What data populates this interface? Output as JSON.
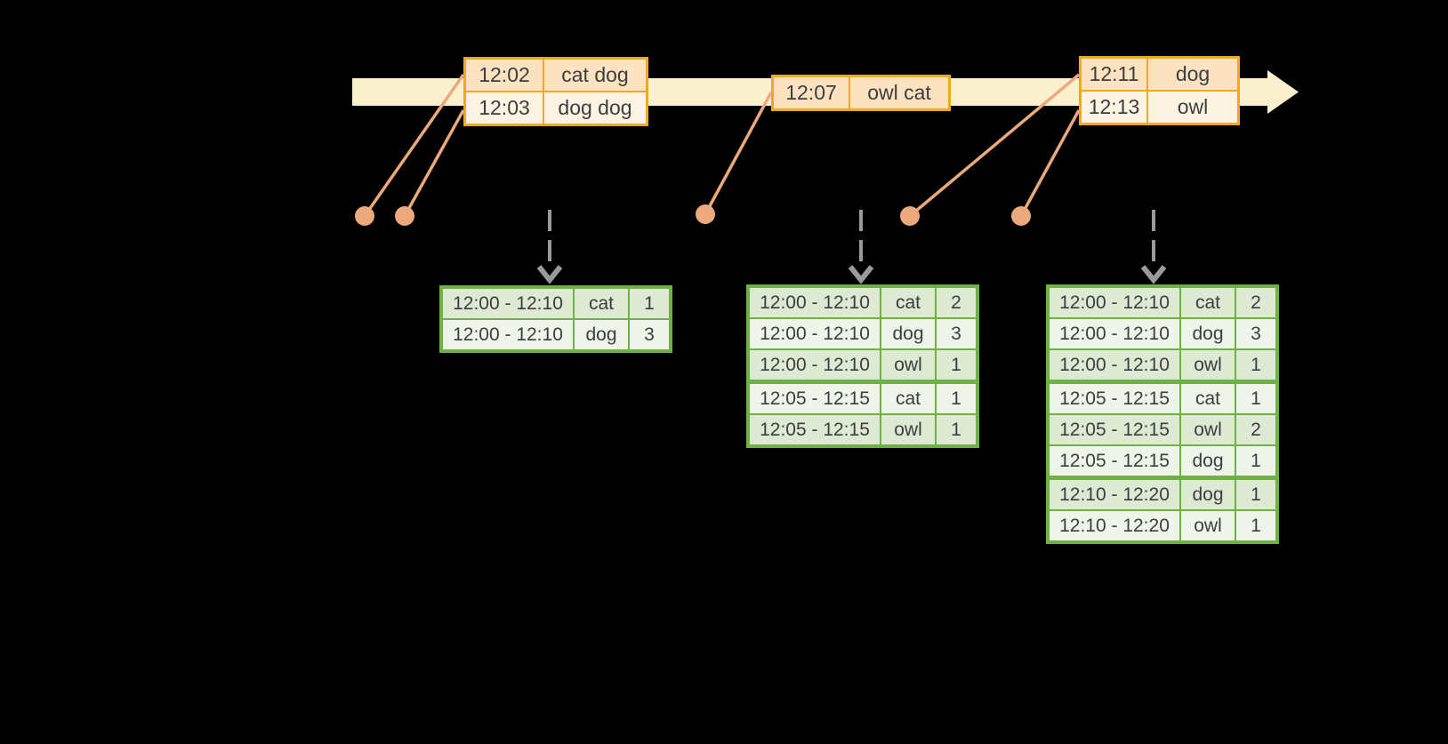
{
  "colors": {
    "background": "#000000",
    "timeline_band": "#faf0ce",
    "event_box_border": "#f0a81f",
    "event_row_dark": "#fbe2c1",
    "event_row_light": "#fdf3e3",
    "connector_salmon": "#ecaa7c",
    "table_border_green": "#6fb244",
    "table_row_dark": "#dde9d2",
    "table_row_light": "#eef4e9",
    "trigger_arrow_gray": "#9a9a9a",
    "text": "#3d3d3d"
  },
  "timeline": {
    "event_groups": [
      {
        "rows": [
          {
            "time": "12:02",
            "words": "cat dog"
          },
          {
            "time": "12:03",
            "words": "dog dog"
          }
        ]
      },
      {
        "rows": [
          {
            "time": "12:07",
            "words": "owl cat"
          }
        ]
      },
      {
        "rows": [
          {
            "time": "12:11",
            "words": "dog"
          },
          {
            "time": "12:13",
            "words": "owl"
          }
        ]
      }
    ]
  },
  "result_tables": [
    {
      "rows": [
        {
          "window": "12:00 - 12:10",
          "word": "cat",
          "count": "1"
        },
        {
          "window": "12:00 - 12:10",
          "word": "dog",
          "count": "3"
        }
      ]
    },
    {
      "rows": [
        {
          "window": "12:00 - 12:10",
          "word": "cat",
          "count": "2"
        },
        {
          "window": "12:00 - 12:10",
          "word": "dog",
          "count": "3"
        },
        {
          "window": "12:00 - 12:10",
          "word": "owl",
          "count": "1"
        },
        {
          "window": "12:05 - 12:15",
          "word": "cat",
          "count": "1"
        },
        {
          "window": "12:05 - 12:15",
          "word": "owl",
          "count": "1"
        }
      ]
    },
    {
      "rows": [
        {
          "window": "12:00 - 12:10",
          "word": "cat",
          "count": "2"
        },
        {
          "window": "12:00 - 12:10",
          "word": "dog",
          "count": "3"
        },
        {
          "window": "12:00 - 12:10",
          "word": "owl",
          "count": "1"
        },
        {
          "window": "12:05 - 12:15",
          "word": "cat",
          "count": "1"
        },
        {
          "window": "12:05 - 12:15",
          "word": "owl",
          "count": "2"
        },
        {
          "window": "12:05 - 12:15",
          "word": "dog",
          "count": "1"
        },
        {
          "window": "12:10 - 12:20",
          "word": "dog",
          "count": "1"
        },
        {
          "window": "12:10 - 12:20",
          "word": "owl",
          "count": "1"
        }
      ]
    }
  ]
}
